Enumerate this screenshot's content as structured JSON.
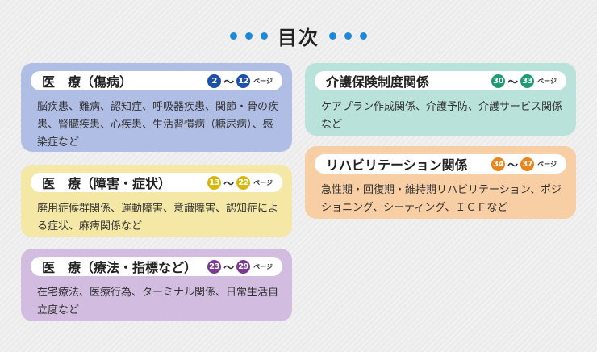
{
  "page": {
    "title": "目次"
  },
  "cards": [
    {
      "title": "医　療（傷病）",
      "page_from": "2",
      "page_to": "12",
      "page_suffix": "ページ",
      "body": "脳疾患、難病、認知症、呼吸器疾患、関節・骨の疾患、腎臓疾患、心疾患、生活習慣病（糖尿病）、感染症など",
      "bg_color": "#b0bee6",
      "circle_color": "#1d4fa6"
    },
    {
      "title": "医　療（障害・症状）",
      "page_from": "13",
      "page_to": "22",
      "page_suffix": "ページ",
      "body": "廃用症候群関係、運動障害、意識障害、認知症による症状、麻痺関係など",
      "bg_color": "#f5e8a6",
      "circle_color": "#d9b60e"
    },
    {
      "title": "医　療（療法・指標など）",
      "page_from": "23",
      "page_to": "29",
      "page_suffix": "ページ",
      "body": "在宅療法、医療行為、ターミナル関係、日常生活自立度など",
      "bg_color": "#d2bde0",
      "circle_color": "#7a3a94"
    },
    {
      "title": "介護保険制度関係",
      "page_from": "30",
      "page_to": "33",
      "page_suffix": "ページ",
      "body": "ケアプラン作成関係、介護予防、介護サービス関係など",
      "bg_color": "#b9e2da",
      "circle_color": "#1f9a72"
    },
    {
      "title": "リハビリテーション関係",
      "page_from": "34",
      "page_to": "37",
      "page_suffix": "ページ",
      "body": "急性期・回復期・維持期リハビリテーション、ポジショニング、シーティング、ＩＣＦなど",
      "bg_color": "#f8cfa4",
      "circle_color": "#e8841a"
    }
  ]
}
